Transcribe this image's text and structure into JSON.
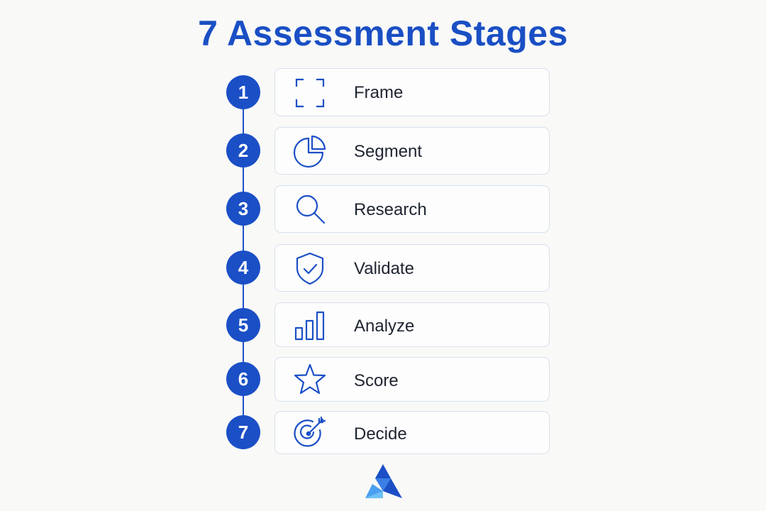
{
  "title": "7 Assessment Stages",
  "accent_color": "#1b4fc6",
  "stages": [
    {
      "number": "1",
      "label": "Frame",
      "icon": "frame-corners-icon"
    },
    {
      "number": "2",
      "label": "Segment",
      "icon": "pie-chart-icon"
    },
    {
      "number": "3",
      "label": "Research",
      "icon": "magnifier-icon"
    },
    {
      "number": "4",
      "label": "Validate",
      "icon": "shield-check-icon"
    },
    {
      "number": "5",
      "label": "Analyze",
      "icon": "bar-chart-icon"
    },
    {
      "number": "6",
      "label": "Score",
      "icon": "star-icon"
    },
    {
      "number": "7",
      "label": "Decide",
      "icon": "target-arrow-icon"
    }
  ],
  "logo": {
    "icon": "triangle-logo-icon"
  }
}
